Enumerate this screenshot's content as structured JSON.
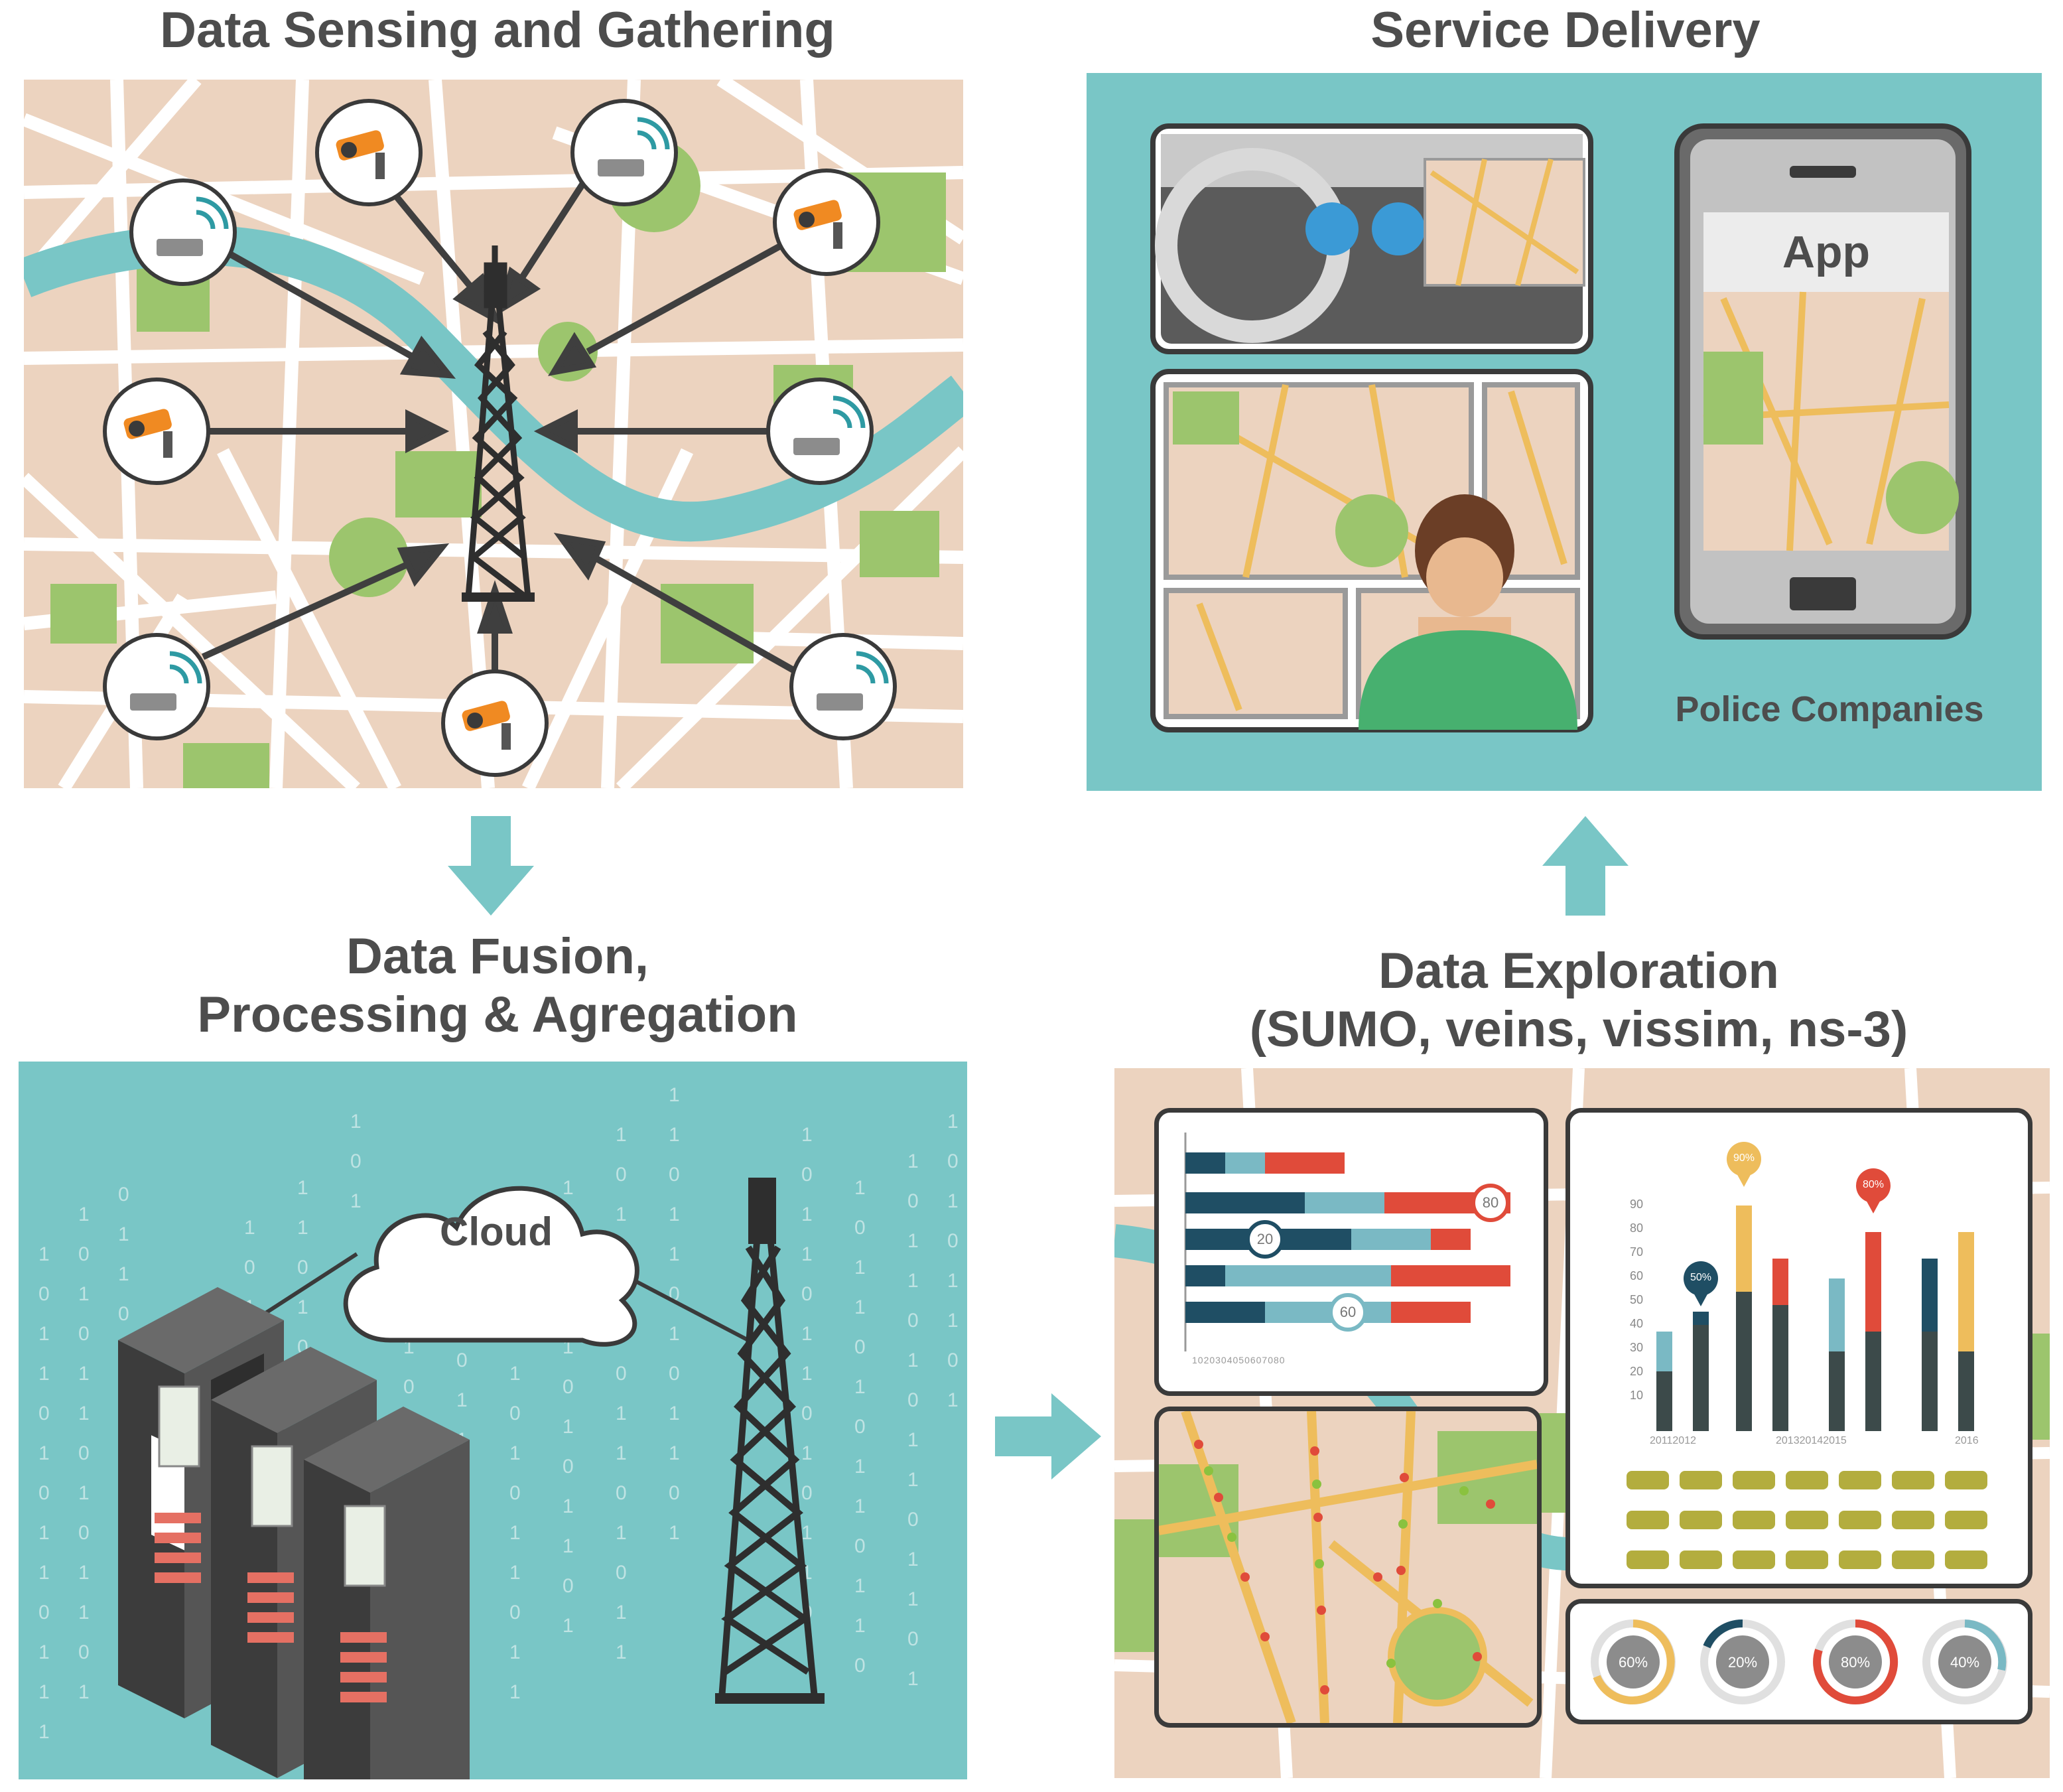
{
  "headings": {
    "sensing": "Data Sensing and Gathering",
    "delivery": "Service Delivery",
    "fusion_line1": "Data Fusion,",
    "fusion_line2": "Processing & Agregation",
    "exploration_line1": "Data Exploration",
    "exploration_line2": "(SUMO, veins, vissim, ns-3)"
  },
  "delivery": {
    "app_label": "App",
    "caption": "Police Companies"
  },
  "fusion": {
    "cloud_label": "Cloud",
    "binary_digits": "1 0 1 1 0 0 1 0 1 1 0 1 0 0 1 1 1 0 1 0 0 1 1 0 1 0 1 1 0 0 1"
  },
  "exploration": {
    "hbar_labels": [
      "80",
      "20",
      "60"
    ],
    "hbar_axis": "1020304050607080",
    "y_ticks": [
      "90",
      "80",
      "70",
      "60",
      "50",
      "40",
      "30",
      "20",
      "10"
    ],
    "x_labels": [
      "20112012",
      "201320142015",
      "2016"
    ],
    "pin_labels": [
      "50%",
      "90%",
      "80%"
    ],
    "donuts": [
      "60%",
      "20%",
      "80%",
      "40%"
    ]
  },
  "colors": {
    "teal": "#79c6c6",
    "map_bg": "#ecd3bf",
    "park_green": "#9cc56d",
    "river": "#79c6c6",
    "dark": "#3c3c3c",
    "red": "#e04b3a",
    "yellow": "#eebd5c",
    "dark_teal": "#1f5d62"
  },
  "icons": [
    "camera-icon",
    "wifi-router-icon",
    "cell-tower-icon",
    "cloud-icon",
    "server-rack-icon",
    "smartphone-icon",
    "car-icon",
    "arrow-icon"
  ]
}
